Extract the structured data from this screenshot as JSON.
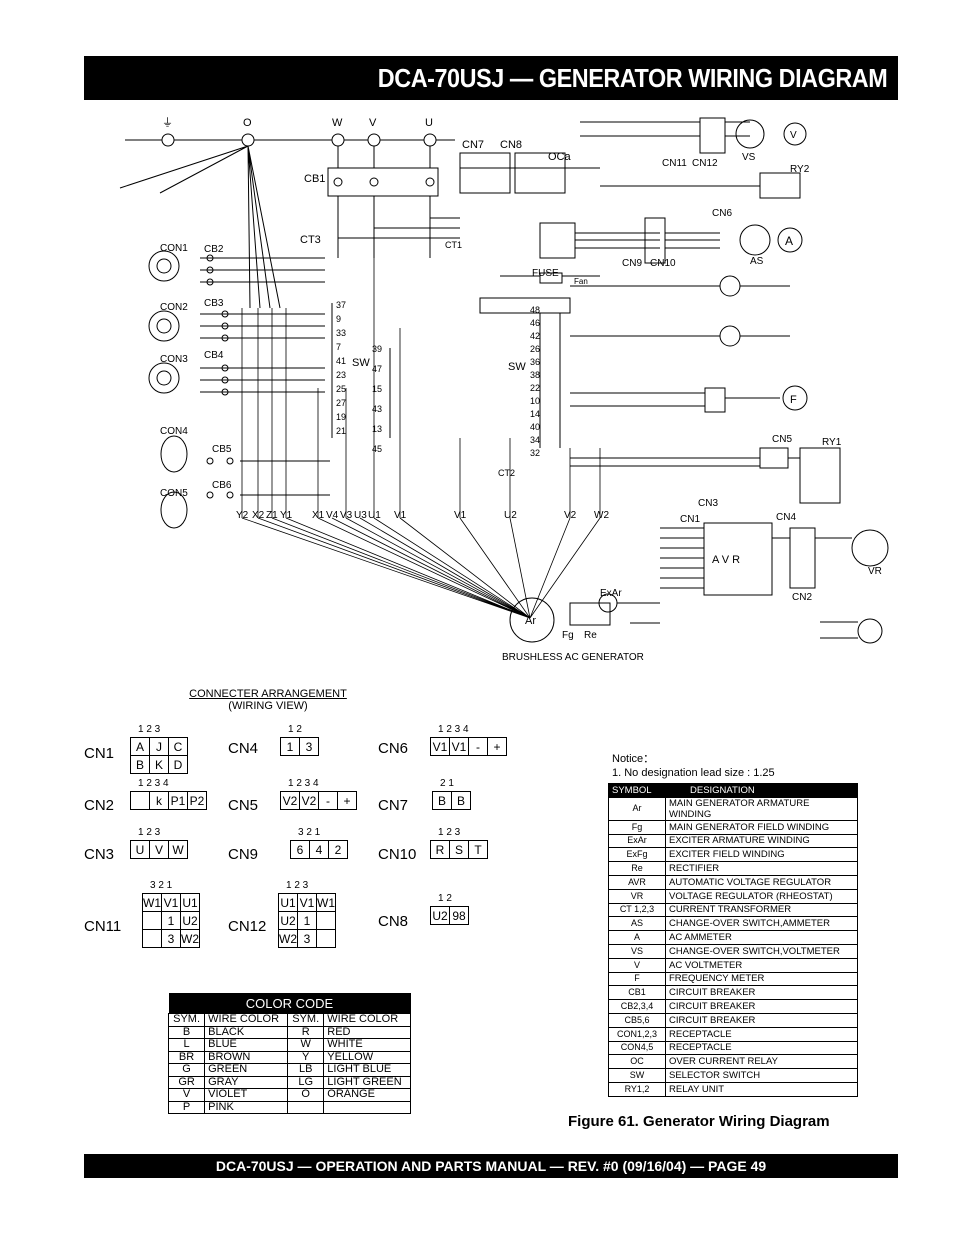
{
  "header": {
    "title": "DCA-70USJ — GENERATOR WIRING DIAGRAM"
  },
  "footer": {
    "text": "DCA-70USJ — OPERATION AND PARTS MANUAL — REV. #0  (09/16/04) — PAGE 49"
  },
  "diagram": {
    "labels": {
      "ground_sym": "⏚",
      "o": "O",
      "w": "W",
      "v": "V",
      "u": "U",
      "cn7": "CN7",
      "cn8": "CN8",
      "oca": "OCa",
      "cb1": "CB1",
      "ct3": "CT3",
      "ct1": "CT1",
      "fuse": "FUSE",
      "sw_left": "SW",
      "sw_right": "SW",
      "ct2": "CT2",
      "con1": "CON1",
      "con2": "CON2",
      "con3": "CON3",
      "con4": "CON4",
      "con5": "CON5",
      "cb2": "CB2",
      "cb3": "CB3",
      "cb4": "CB4",
      "cb5": "CB5",
      "cb6": "CB6",
      "vs": "VS",
      "as": "AS",
      "ry1": "RY1",
      "ry2": "RY2",
      "avr": "A V R",
      "ar": "Ar",
      "exar": "ExAr",
      "fg": "Fg",
      "re": "Re",
      "vr": "VR",
      "generator": "BRUSHLESS AC GENERATOR",
      "fan": "Fan",
      "cn9": "CN9",
      "cn10": "CN10",
      "cn11": "CN11",
      "cn12": "CN12",
      "cn6": "CN6",
      "cn5": "CN5",
      "cn1": "CN1",
      "cn2": "CN2",
      "cn3": "CN3",
      "cn4": "CN4",
      "v_meter": "V",
      "a_meter": "A",
      "f_meter": "F",
      "terminals": [
        "Y2",
        "X2",
        "Z1",
        "Y1",
        "X1",
        "V4",
        "V3",
        "U3",
        "U1",
        "V1",
        "V1",
        "U2",
        "V2",
        "W2"
      ],
      "tb_left": [
        "37",
        "9",
        "33",
        "7",
        "41",
        "23",
        "25",
        "27",
        "19",
        "21"
      ],
      "tb_mid": [
        "39",
        "47",
        "15",
        "43",
        "13",
        "45"
      ],
      "tb_right": [
        "48",
        "46",
        "42",
        "26",
        "36",
        "38",
        "22",
        "10",
        "14",
        "40",
        "34",
        "32"
      ]
    }
  },
  "connectors": {
    "title": "CONNECTER ARRANGEMENT",
    "subtitle": "(WIRING VIEW)",
    "items": [
      {
        "label": "CN1",
        "nums": "1   2   3",
        "rows": [
          [
            "A",
            "J",
            "C"
          ],
          [
            "B",
            "K",
            "D"
          ]
        ]
      },
      {
        "label": "CN4",
        "nums": "1   2",
        "rows": [
          [
            "1",
            "3"
          ]
        ]
      },
      {
        "label": "CN6",
        "nums": "1   2   3   4",
        "rows": [
          [
            "V1",
            "V1",
            "-",
            "+"
          ]
        ]
      },
      {
        "label": "CN2",
        "nums": "1   2   3   4",
        "rows": [
          [
            "",
            "k",
            "P1",
            "P2"
          ]
        ]
      },
      {
        "label": "CN5",
        "nums": "1   2   3   4",
        "rows": [
          [
            "V2",
            "V2",
            "-",
            "+"
          ]
        ]
      },
      {
        "label": "CN7",
        "nums": "2   1",
        "rows": [
          [
            "B",
            "B"
          ]
        ]
      },
      {
        "label": "CN3",
        "nums": "1   2   3",
        "rows": [
          [
            "U",
            "V",
            "W"
          ]
        ]
      },
      {
        "label": "CN9",
        "nums": "3   2   1",
        "rows": [
          [
            "6",
            "4",
            "2"
          ]
        ]
      },
      {
        "label": "CN10",
        "nums": "1   2   3",
        "rows": [
          [
            "R",
            "S",
            "T"
          ]
        ]
      },
      {
        "label": "CN11",
        "nums": "3   2   1",
        "rows": [
          [
            "W1",
            "V1",
            "U1"
          ],
          [
            "",
            "1",
            "U2"
          ],
          [
            "",
            "3",
            "W2"
          ]
        ]
      },
      {
        "label": "CN12",
        "nums": "1   2   3",
        "rows": [
          [
            "U1",
            "V1",
            "W1"
          ],
          [
            "U2",
            "1",
            ""
          ],
          [
            "W2",
            "3",
            ""
          ]
        ]
      },
      {
        "label": "CN8",
        "nums": "1   2",
        "rows": [
          [
            "U2",
            "98"
          ]
        ]
      }
    ]
  },
  "color_code": {
    "title": "COLOR CODE",
    "headers": [
      "SYM.",
      "WIRE COLOR",
      "SYM.",
      "WIRE COLOR"
    ],
    "rows": [
      [
        "B",
        "BLACK",
        "R",
        "RED"
      ],
      [
        "L",
        "BLUE",
        "W",
        "WHITE"
      ],
      [
        "BR",
        "BROWN",
        "Y",
        "YELLOW"
      ],
      [
        "G",
        "GREEN",
        "LB",
        "LIGHT BLUE"
      ],
      [
        "GR",
        "GRAY",
        "LG",
        "LIGHT GREEN"
      ],
      [
        "V",
        "VIOLET",
        "O",
        "ORANGE"
      ],
      [
        "P",
        "PINK",
        "",
        ""
      ]
    ]
  },
  "notice": {
    "title": "Notice：",
    "line": "1. No designation lead size : 1.25"
  },
  "symbol_table": {
    "headers": [
      "SYMBOL",
      "DESIGNATION"
    ],
    "rows": [
      [
        "Ar",
        "MAIN GENERATOR ARMATURE WINDING"
      ],
      [
        "Fg",
        "MAIN GENERATOR FIELD WINDING"
      ],
      [
        "ExAr",
        "EXCITER ARMATURE WINDING"
      ],
      [
        "ExFg",
        "EXCITER FIELD WINDING"
      ],
      [
        "Re",
        "RECTIFIER"
      ],
      [
        "AVR",
        "AUTOMATIC VOLTAGE REGULATOR"
      ],
      [
        "VR",
        "VOLTAGE REGULATOR (RHEOSTAT)"
      ],
      [
        "CT 1,2,3",
        "CURRENT TRANSFORMER"
      ],
      [
        "AS",
        "CHANGE-OVER SWITCH,AMMETER"
      ],
      [
        "A",
        "AC AMMETER"
      ],
      [
        "VS",
        "CHANGE-OVER SWITCH,VOLTMETER"
      ],
      [
        "V",
        "AC VOLTMETER"
      ],
      [
        "F",
        "FREQUENCY METER"
      ],
      [
        "CB1",
        "CIRCUIT BREAKER"
      ],
      [
        "CB2,3,4",
        "CIRCUIT BREAKER"
      ],
      [
        "CB5,6",
        "CIRCUIT BREAKER"
      ],
      [
        "CON1,2,3",
        "RECEPTACLE"
      ],
      [
        "CON4,5",
        "RECEPTACLE"
      ],
      [
        "OC",
        "OVER CURRENT RELAY"
      ],
      [
        "SW",
        "SELECTOR SWITCH"
      ],
      [
        "RY1,2",
        "RELAY UNIT"
      ]
    ]
  },
  "caption": "Figure 61. Generator Wiring Diagram"
}
